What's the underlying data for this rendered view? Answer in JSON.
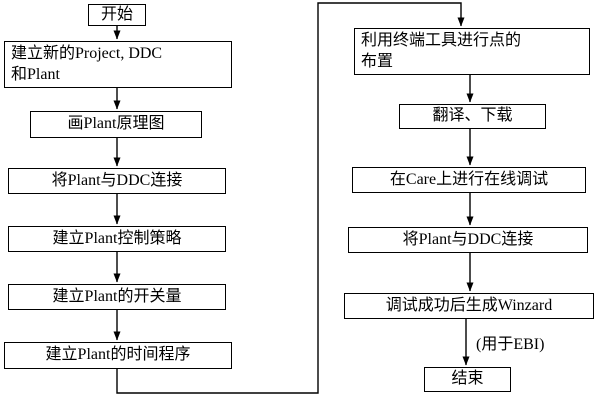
{
  "diagram": {
    "type": "flowchart",
    "language": "zh",
    "nodes": {
      "start": "开始",
      "create_project": "建立新的Project, DDC\n和Plant",
      "draw_schematic": "画Plant原理图",
      "connect_plant_ddc_1": "将Plant与DDC连接",
      "control_strategy": "建立Plant控制策略",
      "switch_quantity": "建立Plant的开关量",
      "time_program": "建立Plant的时间程序",
      "terminal_points": "利用终端工具进行点的\n布置",
      "translate_download": "翻译、下载",
      "online_debug": "在Care上进行在线调试",
      "connect_plant_ddc_2": "将Plant与DDC连接",
      "generate_winzard": "调试成功后生成Winzard",
      "for_ebi_note": "(用于EBI)",
      "end": "结束"
    },
    "colors": {
      "line": "#000000",
      "box_fill": "#ffffff",
      "text": "#000000"
    },
    "flow_order_left": [
      "start",
      "create_project",
      "draw_schematic",
      "connect_plant_ddc_1",
      "control_strategy",
      "switch_quantity",
      "time_program"
    ],
    "flow_order_right": [
      "terminal_points",
      "translate_download",
      "online_debug",
      "connect_plant_ddc_2",
      "generate_winzard",
      "end"
    ]
  }
}
